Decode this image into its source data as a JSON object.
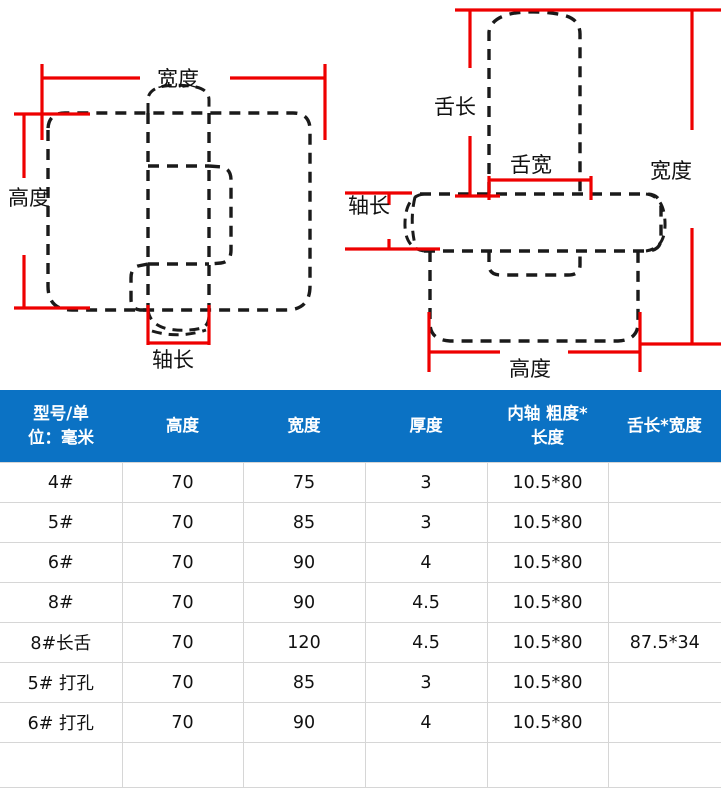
{
  "diagram": {
    "left": {
      "name": "flat-view-front",
      "labels": {
        "width": "宽度",
        "height": "高度",
        "shaft_length": "轴长"
      }
    },
    "right": {
      "name": "flat-view-side",
      "labels": {
        "tongue_length": "舌长",
        "tongue_width": "舌宽",
        "width": "宽度",
        "height": "高度",
        "shaft_length": "轴长"
      }
    },
    "colors": {
      "dimension": "#ee0000",
      "outline": "#1a1a1a"
    }
  },
  "table": {
    "accent": "#0b72c4",
    "headers": [
      "型号/单位：毫米",
      "高度",
      "宽度",
      "厚度",
      "内轴 粗度*长度",
      "舌长*宽度"
    ],
    "header_lines": {
      "model_1": "型号/单",
      "model_2": "位：毫米",
      "shaft_1": "内轴 粗度*",
      "shaft_2": "长度"
    },
    "rows": [
      {
        "model": "4#",
        "height": "70",
        "width": "75",
        "thickness": "3",
        "shaft": "10.5*80",
        "tongue": ""
      },
      {
        "model": "5#",
        "height": "70",
        "width": "85",
        "thickness": "3",
        "shaft": "10.5*80",
        "tongue": ""
      },
      {
        "model": "6#",
        "height": "70",
        "width": "90",
        "thickness": "4",
        "shaft": "10.5*80",
        "tongue": ""
      },
      {
        "model": "8#",
        "height": "70",
        "width": "90",
        "thickness": "4.5",
        "shaft": "10.5*80",
        "tongue": ""
      },
      {
        "model": "8#长舌",
        "height": "70",
        "width": "120",
        "thickness": "4.5",
        "shaft": "10.5*80",
        "tongue": "87.5*34"
      },
      {
        "model": "5# 打孔",
        "height": "70",
        "width": "85",
        "thickness": "3",
        "shaft": "10.5*80",
        "tongue": ""
      },
      {
        "model": "6# 打孔",
        "height": "70",
        "width": "90",
        "thickness": "4",
        "shaft": "10.5*80",
        "tongue": ""
      },
      {
        "model": "",
        "height": "",
        "width": "",
        "thickness": "",
        "shaft": "",
        "tongue": ""
      }
    ]
  }
}
